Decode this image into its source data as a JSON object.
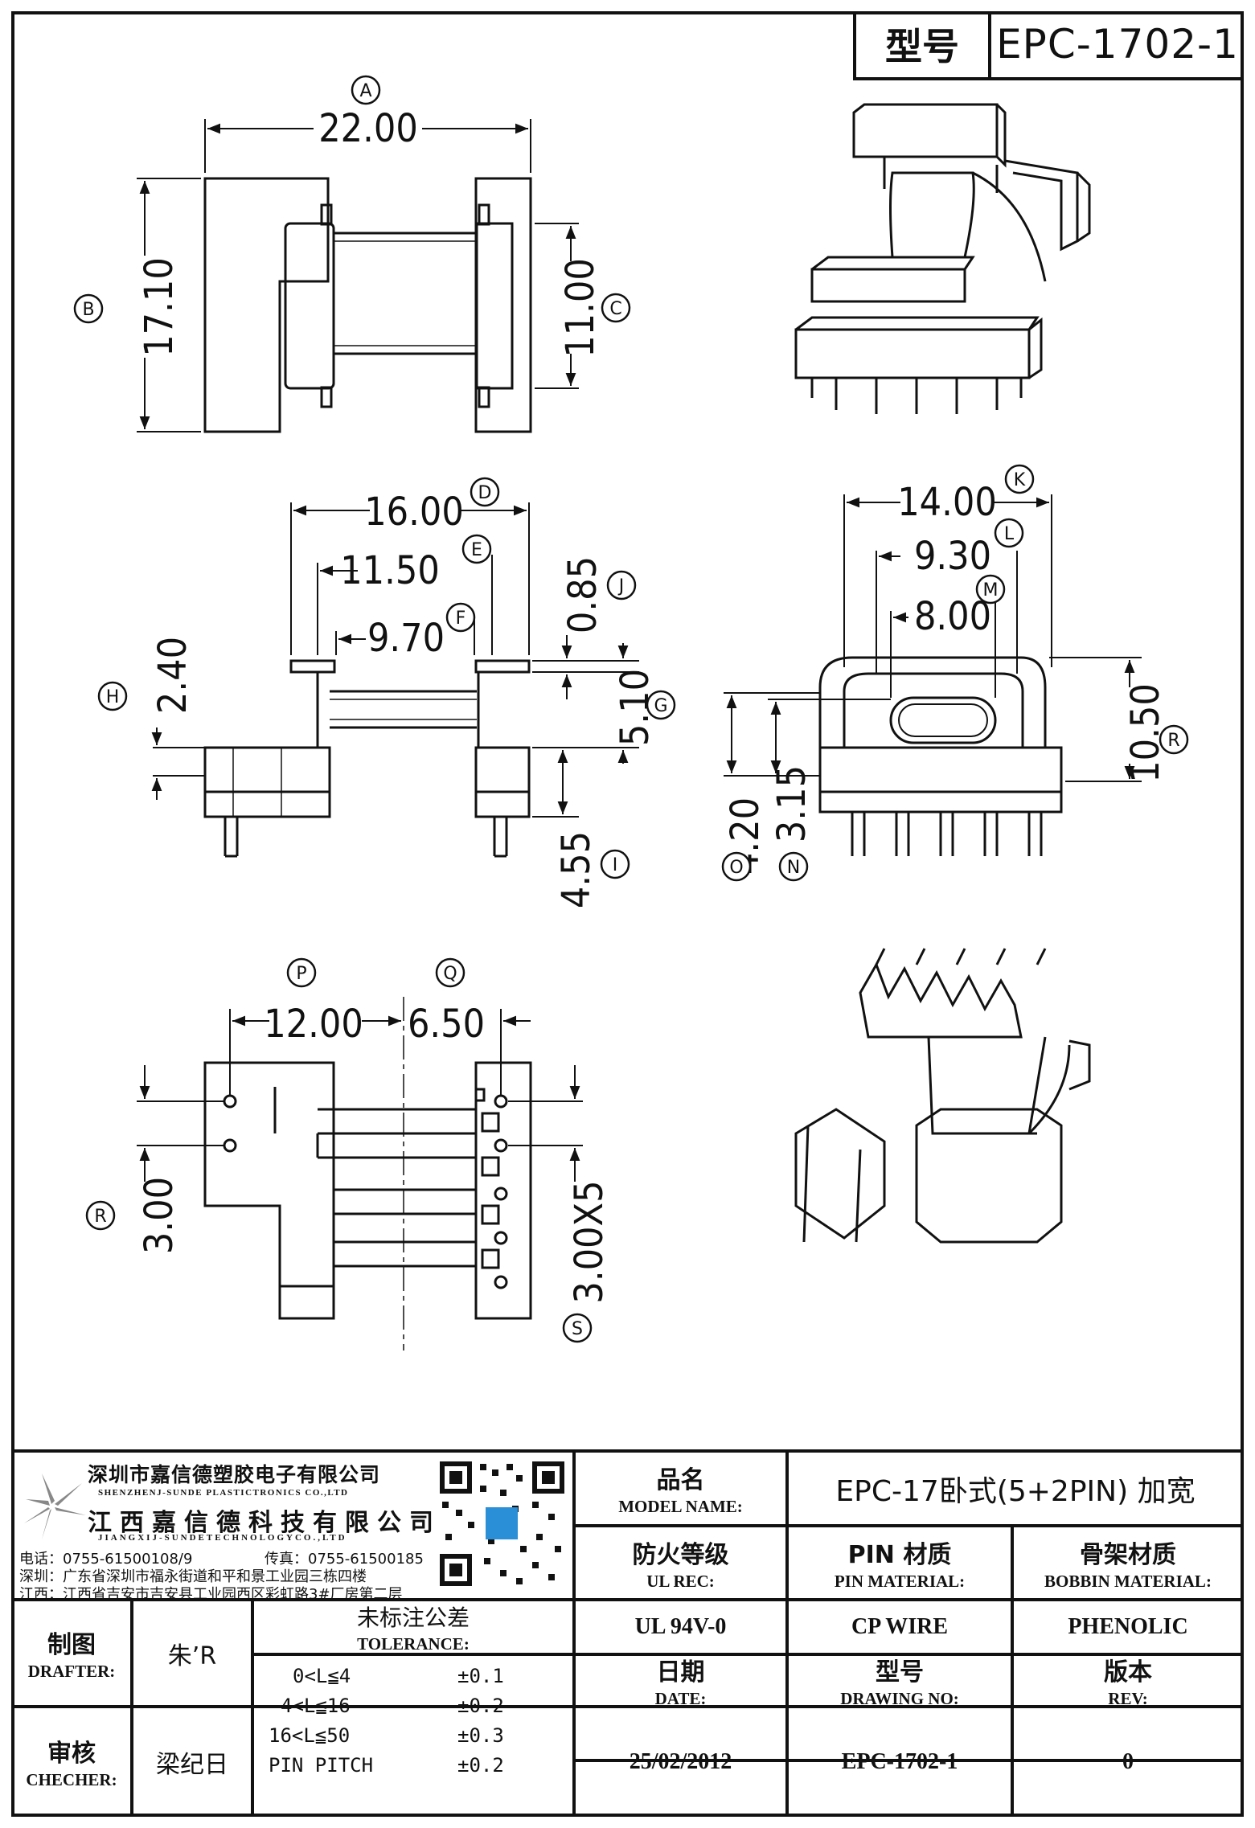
{
  "header": {
    "model_label": "型号",
    "model_value": "EPC-1702-1"
  },
  "dimensions": {
    "A": {
      "tag": "A",
      "value": "22.00"
    },
    "B": {
      "tag": "B",
      "value": "17.10"
    },
    "C": {
      "tag": "C",
      "value": "11.00"
    },
    "D": {
      "tag": "D",
      "value": "16.00"
    },
    "E": {
      "tag": "E",
      "value": "11.50"
    },
    "F": {
      "tag": "F",
      "value": "9.70"
    },
    "J": {
      "tag": "J",
      "value": "0.85"
    },
    "H": {
      "tag": "H",
      "value": "2.40"
    },
    "G": {
      "tag": "G",
      "value": "5.10"
    },
    "I": {
      "tag": "I",
      "value": "4.55"
    },
    "K": {
      "tag": "K",
      "value": "14.00"
    },
    "L": {
      "tag": "L",
      "value": "9.30"
    },
    "M": {
      "tag": "M",
      "value": "8.00"
    },
    "R1": {
      "tag": "R",
      "value": "10.50"
    },
    "O": {
      "tag": "O",
      "value": "4.20"
    },
    "N": {
      "tag": "N",
      "value": "3.15"
    },
    "P": {
      "tag": "P",
      "value": "12.00"
    },
    "Q": {
      "tag": "Q",
      "value": "6.50"
    },
    "R2": {
      "tag": "R",
      "value": "3.00"
    },
    "S": {
      "tag": "S",
      "value": "3.00X5"
    }
  },
  "company": {
    "name_sz": "深圳市嘉信德塑胶电子有限公司",
    "name_sz_en": "SHENZHENJ-SUNDE PLASTICTRONICS CO.,LTD",
    "name_jx": "江西嘉信德科技有限公司",
    "name_jx_en": "JIANGXIJ-SUNDETECHNOLOGYCO.,LTD",
    "phone": "电话：0755-61500108/9",
    "fax": "传真：0755-61500185",
    "addr_sz": "深圳：广东省深圳市福永街道和平和景工业园三栋四楼",
    "addr_jx": "江西：江西省吉安市吉安县工业园西区彩虹路3#厂房第二层"
  },
  "title_block": {
    "product_name_zh": "品名",
    "product_name_en": "MODEL NAME:",
    "product_name_value": "EPC-17卧式(5+2PIN) 加宽",
    "ul_zh": "防火等级",
    "ul_en": "UL REC:",
    "ul_value": "UL 94V-0",
    "pin_zh": "PIN 材质",
    "pin_en": "PIN MATERIAL:",
    "pin_value": "CP WIRE",
    "bobbin_zh": "骨架材质",
    "bobbin_en": "BOBBIN MATERIAL:",
    "bobbin_value": "PHENOLIC",
    "drafter_zh": "制图",
    "drafter_en": "DRAFTER:",
    "drafter_value": "朱’R",
    "checker_zh": "审核",
    "checker_en": "CHECHER:",
    "checker_value": "梁纪日",
    "tolerance_zh": "未标注公差",
    "tolerance_en": "TOLERANCE:",
    "tolerances": [
      {
        "range": "0<L≦4",
        "tol": "±0.1"
      },
      {
        "range": "4<L≦16",
        "tol": "±0.2"
      },
      {
        "range": "16<L≦50",
        "tol": "±0.3"
      },
      {
        "range": "PIN PITCH",
        "tol": "±0.2"
      }
    ],
    "date_zh": "日期",
    "date_en": "DATE:",
    "date_value": "25/02/2012",
    "drawing_zh": "型号",
    "drawing_en": "DRAWING NO:",
    "drawing_value": "EPC-1702-1",
    "rev_zh": "版本",
    "rev_en": "REV:",
    "rev_value": "0"
  }
}
